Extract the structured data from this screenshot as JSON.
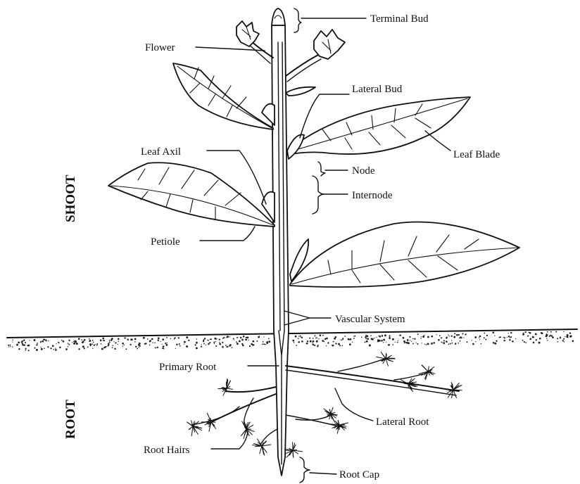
{
  "diagram": {
    "section_labels": {
      "shoot": "SHOOT",
      "root": "ROOT"
    },
    "labels": {
      "terminal_bud": "Terminal Bud",
      "flower": "Flower",
      "lateral_bud": "Lateral Bud",
      "leaf_blade": "Leaf Blade",
      "leaf_axil": "Leaf Axil",
      "node": "Node",
      "internode": "Internode",
      "petiole": "Petiole",
      "vascular_system": "Vascular System",
      "primary_root": "Primary Root",
      "lateral_root": "Lateral Root",
      "root_hairs": "Root Hairs",
      "root_cap": "Root Cap"
    }
  }
}
